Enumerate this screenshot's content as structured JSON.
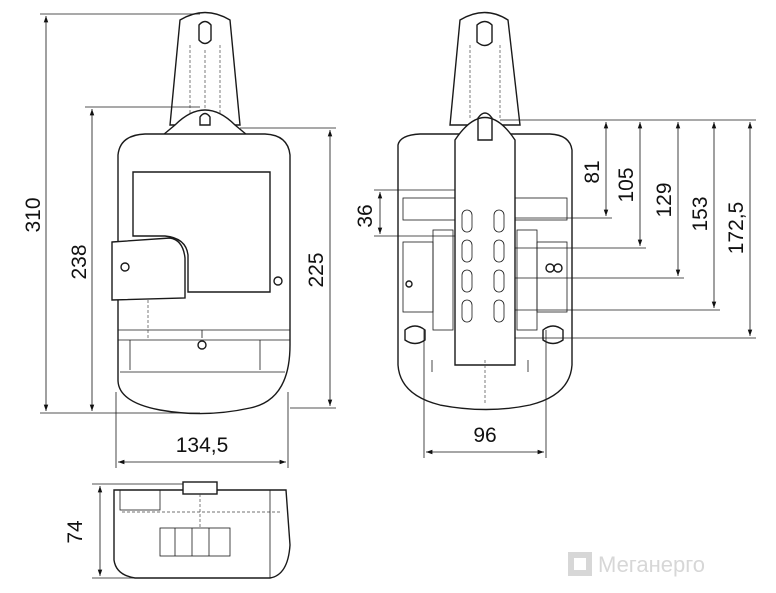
{
  "dimensions": {
    "total_height": "310",
    "body_height": "238",
    "body_height_right": "225",
    "body_width": "134,5",
    "rear_width": "96",
    "rear_36": "36",
    "rear_81": "81",
    "rear_105": "105",
    "rear_129": "129",
    "rear_153": "153",
    "rear_172_5": "172,5",
    "depth": "74"
  },
  "watermark": {
    "text": "Меганерго"
  }
}
